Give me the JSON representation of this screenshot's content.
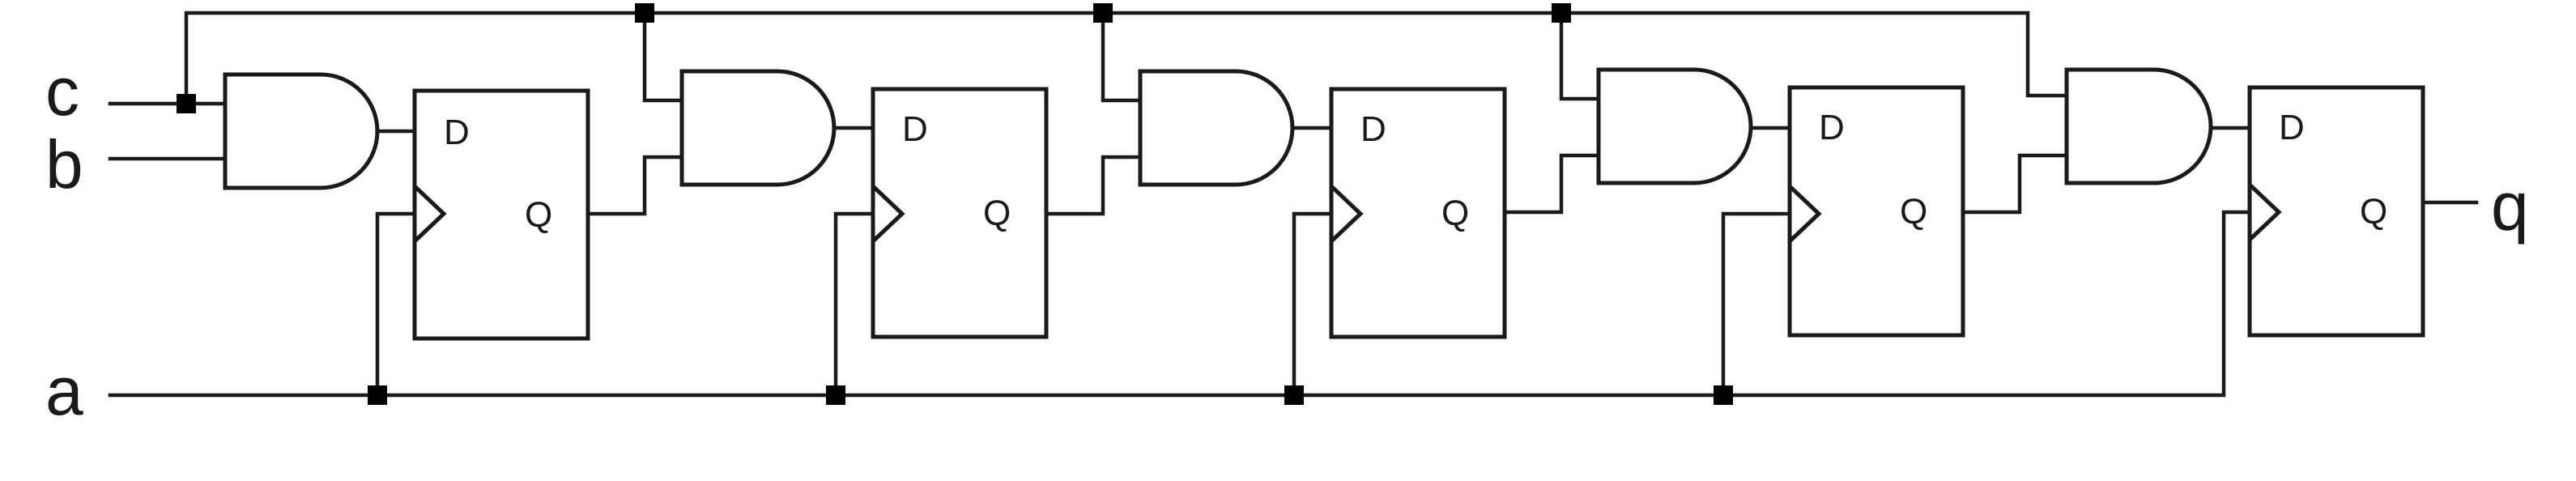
{
  "inputs": {
    "c": "c",
    "b": "b",
    "a": "a"
  },
  "output": {
    "q": "q"
  },
  "flip_flops": [
    {
      "d_label": "D",
      "q_label": "Q"
    },
    {
      "d_label": "D",
      "q_label": "Q"
    },
    {
      "d_label": "D",
      "q_label": "Q"
    },
    {
      "d_label": "D",
      "q_label": "Q"
    },
    {
      "d_label": "D",
      "q_label": "Q"
    }
  ],
  "gates": [
    {
      "type": "AND"
    },
    {
      "type": "AND"
    },
    {
      "type": "AND"
    },
    {
      "type": "AND"
    },
    {
      "type": "AND"
    }
  ]
}
